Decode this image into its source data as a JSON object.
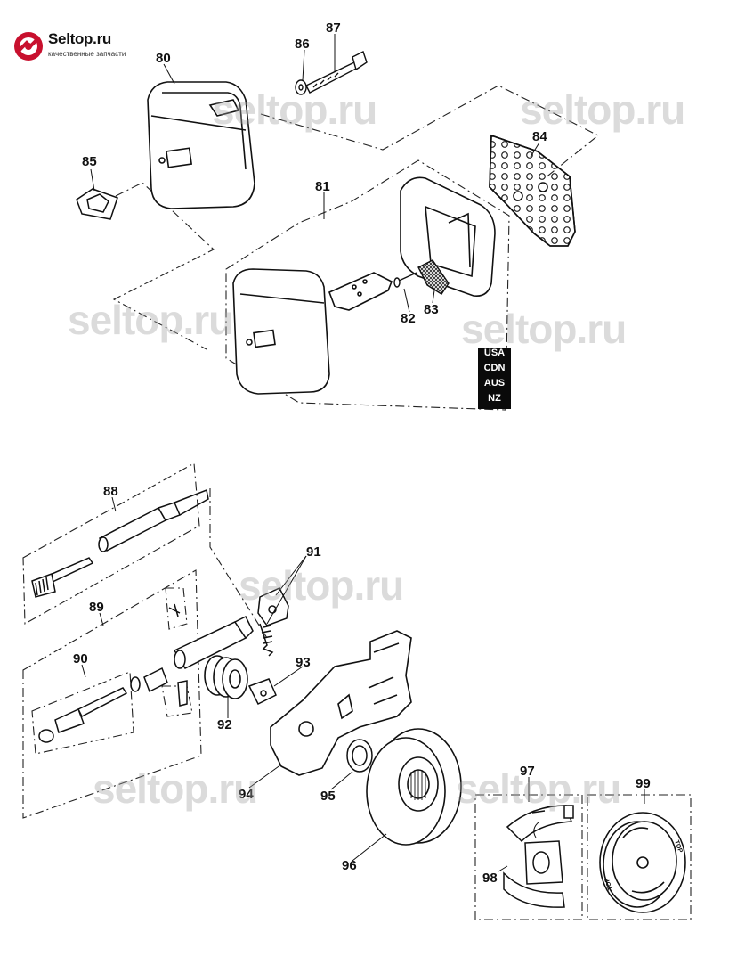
{
  "brand": {
    "name": "Seltop.ru",
    "tagline": "качественные запчасти"
  },
  "watermark": "seltop.ru",
  "region_badge": [
    "USA",
    "CDN",
    "AUS",
    "NZ"
  ],
  "part_numbers": {
    "p80": "80",
    "p81": "81",
    "p82": "82",
    "p83": "83",
    "p84": "84",
    "p85": "85",
    "p86": "86",
    "p87": "87",
    "p88": "88",
    "p89": "89",
    "p90": "90",
    "p91": "91",
    "p92": "92",
    "p93": "93",
    "p94": "94",
    "p95": "95",
    "p96": "96",
    "p97": "97",
    "p98": "98",
    "p99": "99"
  },
  "inscriptions": {
    "top": "TOP"
  }
}
